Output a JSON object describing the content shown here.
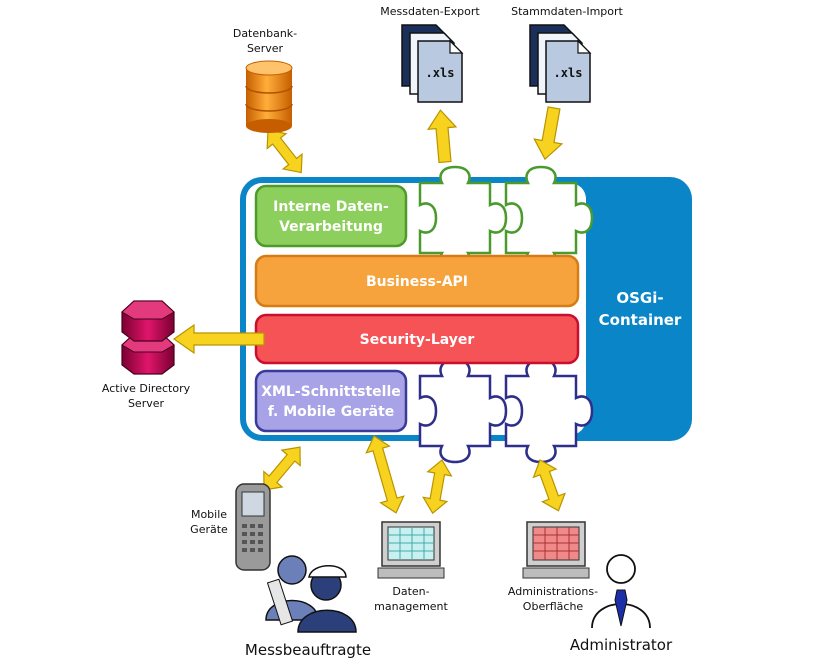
{
  "container": {
    "label_line1": "OSGi-",
    "label_line2": "Container"
  },
  "layers": {
    "internal": {
      "line1": "Interne Daten-",
      "line2": "Verarbeitung"
    },
    "business": {
      "label": "Business-API"
    },
    "security": {
      "label": "Security-Layer"
    },
    "xml": {
      "line1": "XML-Schnittstelle",
      "line2": "f. Mobile Geräte"
    }
  },
  "external": {
    "db": {
      "line1": "Datenbank-",
      "line2": "Server"
    },
    "export": {
      "label": "Messdaten-Export",
      "file": ".xls"
    },
    "import": {
      "label": "Stammdaten-Import",
      "file": ".xls"
    },
    "ad": {
      "line1": "Active Directory",
      "line2": "Server"
    },
    "mobile": {
      "line1": "Mobile",
      "line2": "Geräte"
    },
    "datamgmt": {
      "line1": "Daten-",
      "line2": "management"
    },
    "adminui": {
      "line1": "Administrations-",
      "line2": "Oberfläche"
    },
    "messbeauftragte": {
      "label": "Messbeauftragte"
    },
    "administrator": {
      "label": "Administrator"
    }
  },
  "colors": {
    "container": "#0a86c8",
    "internal": "#8ccf5c",
    "business": "#f7a33d",
    "security": "#f65357",
    "xml": "#a7a3e6",
    "arrow": "#f7d21e",
    "db": "#f08a12",
    "ad": "#b0004a"
  }
}
